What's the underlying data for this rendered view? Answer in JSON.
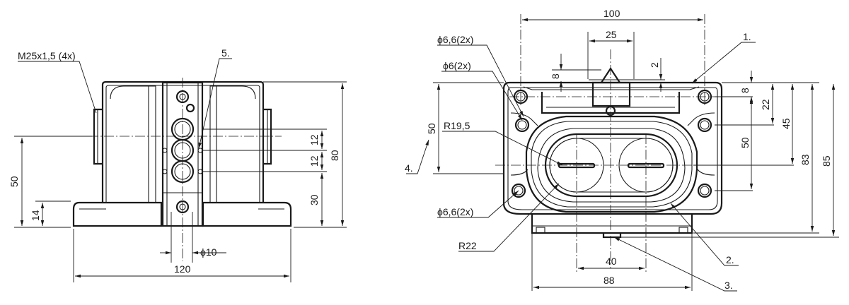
{
  "labels": {
    "thread": "M25x1,5 (4x)",
    "item5": "5.",
    "item1": "1.",
    "item2": "2.",
    "item3": "3.",
    "item4": "4.",
    "hole_66_top": "ϕ6,6(2x)",
    "hole_6": "ϕ6(2x)",
    "hole_66_bottom": "ϕ6,6(2x)",
    "r195": "R19,5",
    "r22": "R22"
  },
  "front_view": {
    "dim_120": "120",
    "dim_50": "50",
    "dim_14": "14",
    "dim_12a": "12",
    "dim_12b": "12",
    "dim_30": "30",
    "dim_80": "80",
    "dim_d10": "ϕ10"
  },
  "side_view": {
    "dim_100": "100",
    "dim_25": "25",
    "dim_8_top": "8",
    "dim_2": "2",
    "dim_8_right": "8",
    "dim_22": "22",
    "dim_45": "45",
    "dim_50_right": "50",
    "dim_83": "83",
    "dim_85": "85",
    "dim_50_left": "50",
    "dim_40": "40",
    "dim_88": "88"
  }
}
